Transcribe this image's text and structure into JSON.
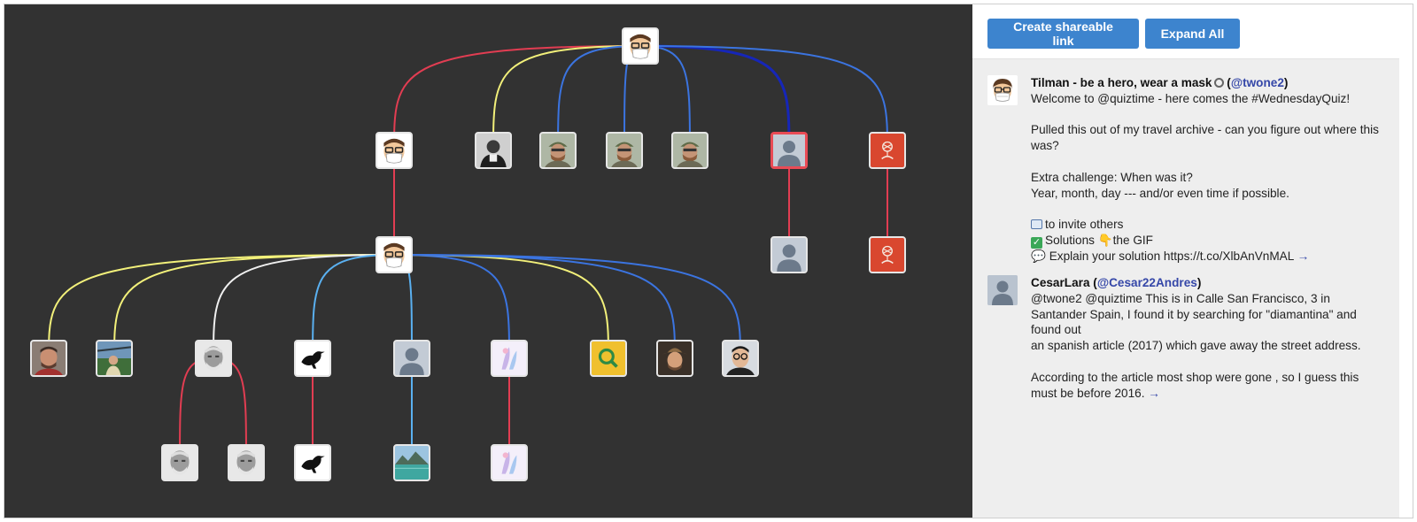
{
  "toolbar": {
    "share_label": "Create shareable link",
    "expand_label": "Expand All"
  },
  "colors": {
    "graph_bg": "#323232",
    "edge_red": "#e23d52",
    "edge_yellow": "#f2f07a",
    "edge_white": "#f0f0f0",
    "edge_blue": "#3b74e0",
    "edge_darkblue": "#1626b8",
    "edge_lightblue": "#5ab0f0",
    "button": "#3d84ce",
    "handle": "#3547a8"
  },
  "tweets": [
    {
      "name": "Tilman - be a hero, wear a mask",
      "name_icon": "magnifier-emoji",
      "handle": "@twone2",
      "avatar": "cartoon-mask-avatar",
      "text_1": "Welcome to @quiztime - here comes the #WednesdayQuiz!",
      "text_2": "Pulled this out of my travel archive - can you figure out where this was?",
      "text_3": "Extra challenge: When was it?",
      "text_4": "Year, month, day --- and/or even time if possible.",
      "line_invite": "to invite others",
      "line_solutions_a": "Solutions",
      "line_solutions_b": "the GIF",
      "line_explain": "Explain your solution https://t.co/XlbAnVnMAL",
      "arrow": "→"
    },
    {
      "name": "CesarLara",
      "handle": "@Cesar22Andres",
      "avatar": "default-person-avatar",
      "text_1": "@twone2 @quiztime This is in Calle San Francisco, 3 in Santander Spain, I found it by searching for \"diamantina\" and found out",
      "text_2": "an spanish article (2017) which gave away the street address.",
      "text_3": "According to the article most shop were gone , so I guess this must be before 2016.",
      "arrow": "→"
    }
  ],
  "tree": {
    "nodes": [
      {
        "id": "root",
        "avatar": "cartoon-mask"
      },
      {
        "id": "a1",
        "avatar": "cartoon-mask"
      },
      {
        "id": "a2",
        "avatar": "bw-portrait"
      },
      {
        "id": "a3",
        "avatar": "soldier-photo"
      },
      {
        "id": "a4",
        "avatar": "soldier-photo"
      },
      {
        "id": "a5",
        "avatar": "soldier-photo"
      },
      {
        "id": "a6",
        "avatar": "default-person",
        "selected": true
      },
      {
        "id": "a7",
        "avatar": "red-logo"
      },
      {
        "id": "b1",
        "avatar": "cartoon-mask"
      },
      {
        "id": "b2",
        "avatar": "default-person"
      },
      {
        "id": "b3",
        "avatar": "red-logo"
      },
      {
        "id": "c1",
        "avatar": "man-photo"
      },
      {
        "id": "c2",
        "avatar": "outdoor-photo"
      },
      {
        "id": "c3",
        "avatar": "old-man-photo"
      },
      {
        "id": "c4",
        "avatar": "bird-silhouette"
      },
      {
        "id": "c5",
        "avatar": "default-person"
      },
      {
        "id": "c6",
        "avatar": "pastel-art"
      },
      {
        "id": "c7",
        "avatar": "yellow-magnifier"
      },
      {
        "id": "c8",
        "avatar": "hat-man-photo"
      },
      {
        "id": "c9",
        "avatar": "glasses-man-photo"
      },
      {
        "id": "d1",
        "avatar": "old-man-photo"
      },
      {
        "id": "d2",
        "avatar": "old-man-photo"
      },
      {
        "id": "d3",
        "avatar": "bird-silhouette"
      },
      {
        "id": "d4",
        "avatar": "lake-photo"
      },
      {
        "id": "d5",
        "avatar": "pastel-art"
      }
    ],
    "edges": [
      {
        "from": "root",
        "to": "a1",
        "color": "edge_red"
      },
      {
        "from": "root",
        "to": "a2",
        "color": "edge_yellow"
      },
      {
        "from": "root",
        "to": "a3",
        "color": "edge_blue"
      },
      {
        "from": "root",
        "to": "a4",
        "color": "edge_blue"
      },
      {
        "from": "root",
        "to": "a5",
        "color": "edge_blue"
      },
      {
        "from": "root",
        "to": "a6",
        "color": "edge_darkblue"
      },
      {
        "from": "root",
        "to": "a7",
        "color": "edge_blue"
      },
      {
        "from": "a1",
        "to": "b1",
        "color": "edge_red"
      },
      {
        "from": "a6",
        "to": "b2",
        "color": "edge_red"
      },
      {
        "from": "a7",
        "to": "b3",
        "color": "edge_red"
      },
      {
        "from": "b1",
        "to": "c1",
        "color": "edge_yellow"
      },
      {
        "from": "b1",
        "to": "c2",
        "color": "edge_yellow"
      },
      {
        "from": "b1",
        "to": "c3",
        "color": "edge_white"
      },
      {
        "from": "b1",
        "to": "c4",
        "color": "edge_lightblue"
      },
      {
        "from": "b1",
        "to": "c5",
        "color": "edge_lightblue"
      },
      {
        "from": "b1",
        "to": "c6",
        "color": "edge_blue"
      },
      {
        "from": "b1",
        "to": "c7",
        "color": "edge_yellow"
      },
      {
        "from": "b1",
        "to": "c8",
        "color": "edge_blue"
      },
      {
        "from": "b1",
        "to": "c9",
        "color": "edge_blue"
      },
      {
        "from": "c3",
        "to": "d1",
        "color": "edge_red"
      },
      {
        "from": "c3",
        "to": "d2",
        "color": "edge_red"
      },
      {
        "from": "c4",
        "to": "d3",
        "color": "edge_red"
      },
      {
        "from": "c5",
        "to": "d4",
        "color": "edge_lightblue"
      },
      {
        "from": "c6",
        "to": "d5",
        "color": "edge_red"
      }
    ]
  }
}
